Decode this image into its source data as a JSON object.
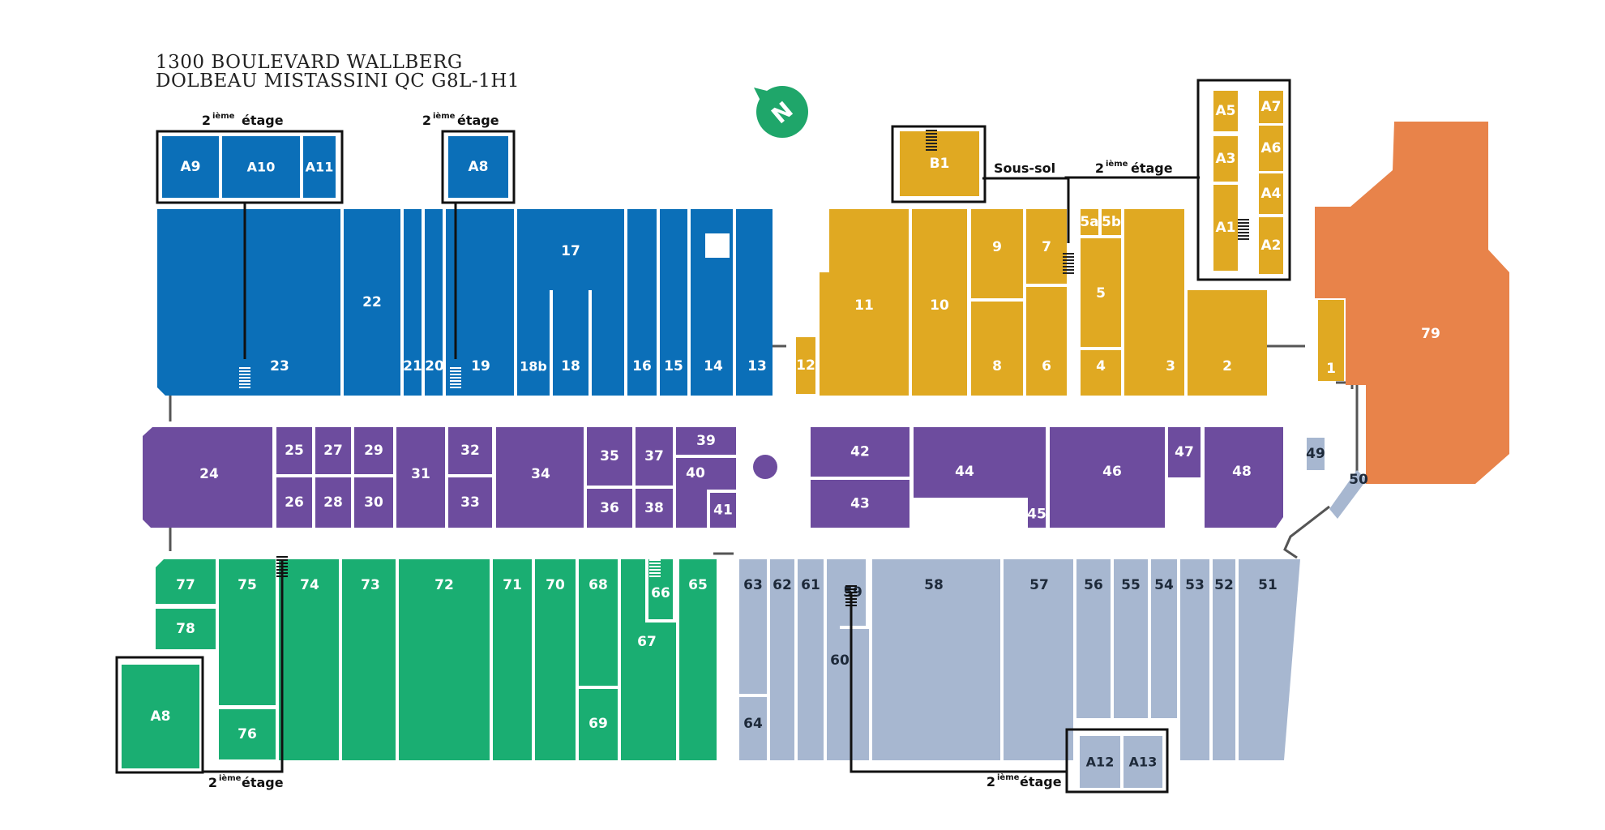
{
  "address": {
    "line1": "1300 BOULEVARD WALLBERG",
    "line2": "DOLBEAU MISTASSINI QC G8L-1H1"
  },
  "compass": {
    "letter": "N",
    "color": "#1fa66a"
  },
  "labels": {
    "floor_num": "2",
    "floor_sup": "ième",
    "floor_word": "étage",
    "basement": "Sous-sol"
  },
  "colors": {
    "blue": "#0b6fb8",
    "gold": "#e0a922",
    "orange": "#e8834a",
    "purple": "#6d4c9e",
    "green": "#1aae72",
    "lightblue": "#a7b7d0"
  },
  "units": {
    "blue": [
      "A9",
      "A10",
      "A11",
      "A8",
      "23",
      "22",
      "21",
      "20",
      "19",
      "17",
      "18b",
      "18",
      "16",
      "15",
      "14",
      "13"
    ],
    "gold": [
      "B1",
      "A5",
      "A7",
      "A3",
      "A6",
      "A4",
      "A1",
      "A2",
      "12",
      "11",
      "10",
      "9",
      "8",
      "7",
      "6",
      "5a",
      "5b",
      "5",
      "4",
      "3",
      "2",
      "1"
    ],
    "orange": [
      "79"
    ],
    "purple": [
      "24",
      "25",
      "26",
      "27",
      "28",
      "29",
      "30",
      "31",
      "32",
      "33",
      "34",
      "35",
      "36",
      "37",
      "38",
      "39",
      "40",
      "41",
      "42",
      "43",
      "44",
      "45",
      "46",
      "47",
      "48"
    ],
    "green": [
      "77",
      "78",
      "A8",
      "75",
      "76",
      "74",
      "73",
      "72",
      "71",
      "70",
      "68",
      "69",
      "66",
      "67",
      "65"
    ],
    "lightblue": [
      "49",
      "50",
      "63",
      "64",
      "62",
      "61",
      "59",
      "60",
      "58",
      "57",
      "56",
      "55",
      "54",
      "53",
      "52",
      "51",
      "A12",
      "A13"
    ]
  }
}
